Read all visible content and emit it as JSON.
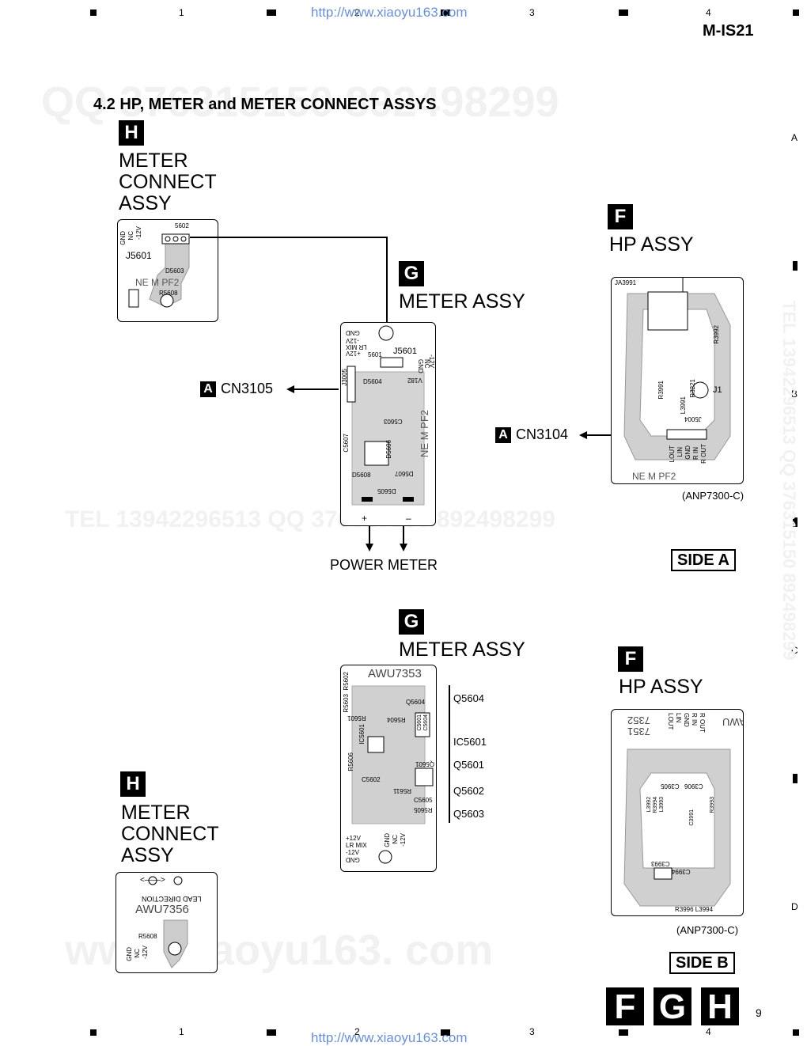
{
  "header": {
    "url": "http://www.xiaoyu163.com",
    "model": "M-IS21",
    "grid_numbers": [
      "1",
      "2",
      "3",
      "4"
    ]
  },
  "side_letters": [
    "A",
    "B",
    "C",
    "D"
  ],
  "section_title": "4.2  HP, METER and METER CONNECT ASSYS",
  "watermarks": {
    "qq_line": "QQ 376315150   892498299",
    "tel_line": "TEL 13942296513   QQ 376315150   892498299",
    "site": "www.xiaoyu163. com",
    "vertical": "TEL 13942296513  QQ 376315150  892498299"
  },
  "side_a": {
    "meter_connect": {
      "letter": "H",
      "label_lines": [
        "METER",
        "CONNECT",
        "ASSY"
      ],
      "pcb_text": [
        "GND",
        "NC",
        "-12V",
        "5602",
        "J5601",
        "D5603",
        "NE M  PF2",
        "R5608"
      ]
    },
    "meter": {
      "letter": "G",
      "label": "METER ASSY",
      "pcb_text": [
        "GND",
        "-12V",
        "LR MIX",
        "+12V",
        "5601",
        "J5601",
        "GND",
        "NC",
        "-12V",
        "J3005",
        "D5604",
        "V182",
        "C5607",
        "C5603",
        "D5606",
        "D5608",
        "D5607",
        "D5605",
        "NE M  PF2"
      ],
      "plus": "+",
      "minus": "–",
      "output_label": "POWER METER"
    },
    "hp": {
      "letter": "F",
      "label": "HP ASSY",
      "pcb_text": [
        "JA3991",
        "R3992",
        "R3991",
        "L3991",
        "R3221",
        "J1",
        "J5004",
        "LOUT",
        "LIN",
        "GND",
        "R IN",
        "R OUT",
        "NE M  PF2"
      ],
      "code": "(ANP7300-C)"
    },
    "cn3105": {
      "tag": "A",
      "label": "CN3105"
    },
    "cn3104": {
      "tag": "A",
      "label": "CN3104"
    },
    "side_label": "SIDE A"
  },
  "side_b": {
    "meter": {
      "letter": "G",
      "label": "METER ASSY",
      "pcb_code": "AWU7353",
      "pcb_text": [
        "R5602",
        "R5603",
        "Q5604",
        "R5604",
        "IC5601",
        "R5601",
        "C5601",
        "C5604",
        "R5606",
        "C5602",
        "Q5601",
        "R5611",
        "C5605",
        "R5605",
        "+12V",
        "LR MIX",
        "-12V",
        "GND",
        "GND",
        "NC",
        "-12V"
      ],
      "parts": [
        "Q5604",
        "IC5601",
        "Q5601",
        "Q5602",
        "Q5603"
      ]
    },
    "meter_connect": {
      "letter": "H",
      "label_lines": [
        "METER",
        "CONNECT",
        "ASSY"
      ],
      "pcb_code": "AWU7356",
      "pcb_text": [
        "LEAD DIRECTION",
        "R5608",
        "GND",
        "NC",
        "-12V"
      ]
    },
    "hp": {
      "letter": "F",
      "label": "HP ASSY",
      "pcb_code": "AWU",
      "pcb_text": [
        "7352",
        "7351",
        "LOUT",
        "LIN",
        "GND",
        "R IN",
        "R OUT",
        "C3905",
        "C3906",
        "L3992",
        "R3994",
        "L3993",
        "R3993",
        "C3991",
        "C3993",
        "C3994",
        "R3996 L3994"
      ],
      "code": "(ANP7300-C)"
    },
    "side_label": "SIDE B"
  },
  "footer": {
    "big_letters": [
      "F",
      "G",
      "H"
    ],
    "page_number": "9"
  }
}
